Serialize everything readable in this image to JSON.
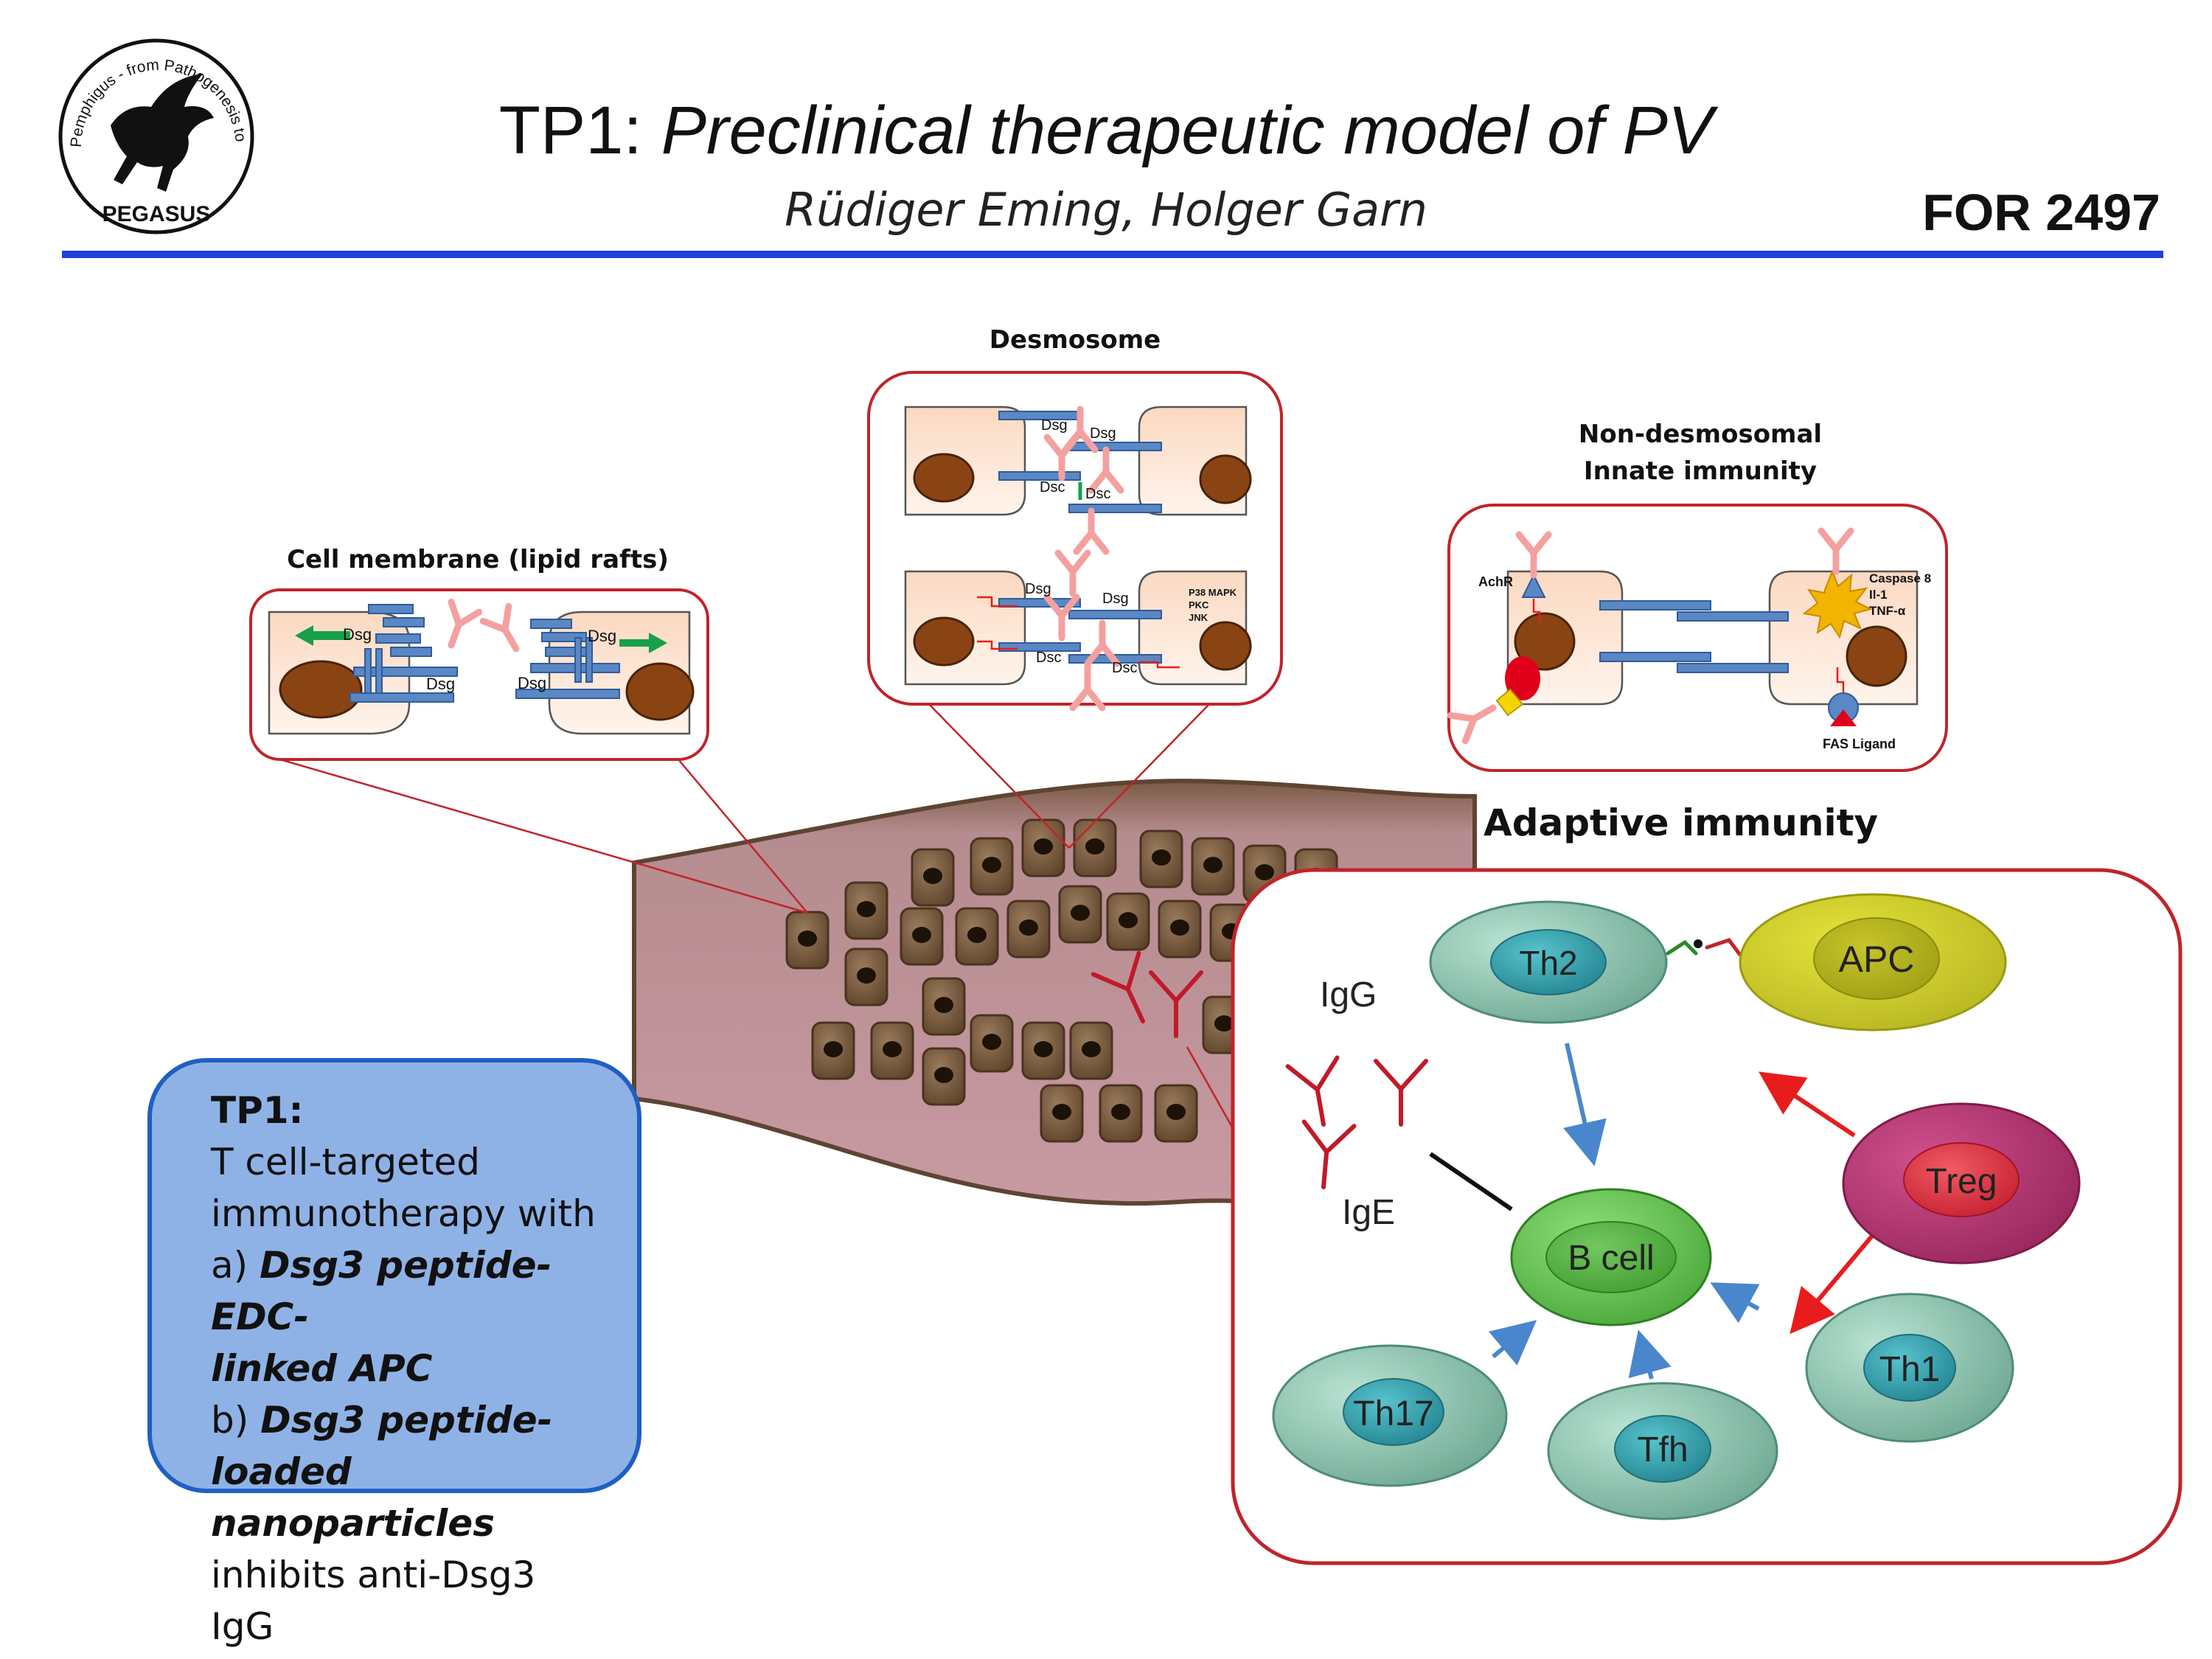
{
  "header": {
    "title_prefix": "TP1:",
    "title_rest": "Preclinical therapeutic model of PV",
    "authors": "Rüdiger Eming, Holger Garn",
    "group_id": "FOR 2497"
  },
  "logo": {
    "ring_text": "Pemphigus - from Pathogenesis to Therapeutics",
    "name": "PEGASUS"
  },
  "panels": {
    "cell_membrane": {
      "title": "Cell membrane (lipid rafts)",
      "labels": [
        "Dsg",
        "Dsg",
        "Dsg",
        "Dsg"
      ]
    },
    "desmosome": {
      "title": "Desmosome",
      "top_labels": [
        "Dsg",
        "Dsg",
        "Dsc",
        "Dsc"
      ],
      "bottom_labels": [
        "Dsg",
        "Dsg",
        "Dsc",
        "Dsc"
      ],
      "signals": [
        "P38 MAPK",
        "PKC",
        "JNK"
      ]
    },
    "non_desmosomal": {
      "title_line1": "Non-desmosomal",
      "title_line2": "Innate immunity",
      "achr": "AchR",
      "mediators": [
        "Caspase 8",
        "Il-1",
        "TNF-α"
      ],
      "fas": "FAS Ligand"
    },
    "adaptive": {
      "title": "Adaptive immunity",
      "cells": {
        "th2": "Th2",
        "apc": "APC",
        "treg": "Treg",
        "bcell": "B cell",
        "th1": "Th1",
        "th17": "Th17",
        "tfh": "Tfh"
      },
      "igg": "IgG",
      "ige": "IgE"
    }
  },
  "tp1_box": {
    "heading": "TP1:",
    "line1": "T cell-targeted",
    "line2": "immunotherapy with",
    "a_prefix": "a) ",
    "a_text1": "Dsg3 peptide-EDC-",
    "a_text2": "linked APC",
    "b_prefix": "b) ",
    "b_text1": "Dsg3 peptide-",
    "b_text2": "loaded nanoparticles",
    "line_last": "inhibits anti-Dsg3 IgG"
  },
  "colors": {
    "accent_blue": "#1f3fd6",
    "panel_red": "#c0242a",
    "box_fill": "#8fb2e6",
    "tissue": "#c89aa2"
  }
}
